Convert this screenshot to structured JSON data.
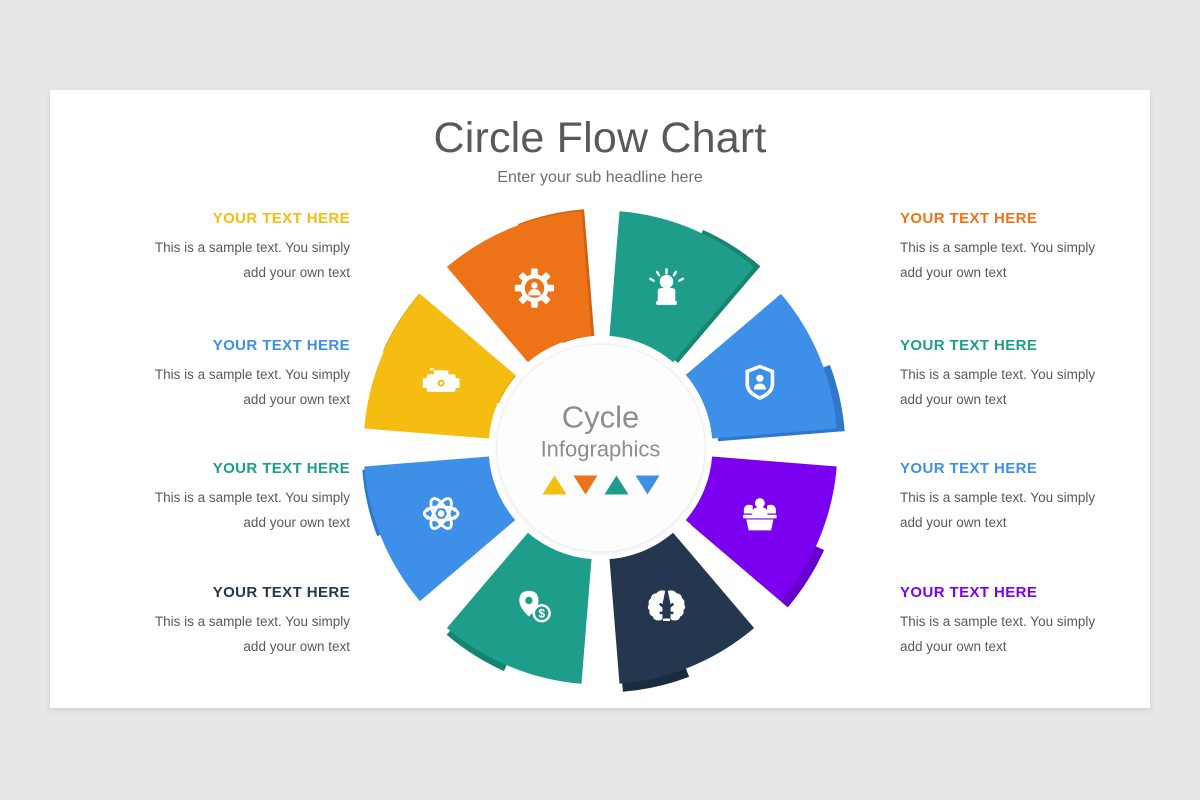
{
  "slide": {
    "title": "Circle Flow Chart",
    "subtitle": "Enter your sub headline here"
  },
  "hub": {
    "line1": "Cycle",
    "line2": "Infographics",
    "triangles": [
      {
        "name": "triangle-yellow-up",
        "dir": "up",
        "color": "#F5BC12"
      },
      {
        "name": "triangle-orange-down",
        "dir": "down",
        "color": "#EE7318"
      },
      {
        "name": "triangle-teal-up",
        "dir": "up",
        "color": "#1E9E8A"
      },
      {
        "name": "triangle-blue-down",
        "dir": "down",
        "color": "#3D8FE8"
      }
    ]
  },
  "segments": [
    {
      "id": "camera",
      "icon": "camera-icon",
      "color": "#F5BC12",
      "shade": "#DCA50C"
    },
    {
      "id": "gear",
      "icon": "gear-user-icon",
      "color": "#EE7318",
      "shade": "#D2610F"
    },
    {
      "id": "idea",
      "icon": "hand-idea-icon",
      "color": "#1E9E8A",
      "shade": "#16856F"
    },
    {
      "id": "shield",
      "icon": "shield-user-icon",
      "color": "#3D8FE8",
      "shade": "#2E77C9"
    },
    {
      "id": "team",
      "icon": "team-presentation-icon",
      "color": "#7B00F0",
      "shade": "#6700CC"
    },
    {
      "id": "brain",
      "icon": "brain-icon",
      "color": "#25374F",
      "shade": "#1B2B40"
    },
    {
      "id": "money",
      "icon": "money-location-icon",
      "color": "#1E9E8A",
      "shade": "#16856F"
    },
    {
      "id": "atom",
      "icon": "atom-icon",
      "color": "#3D8FE8",
      "shade": "#2E77C9"
    }
  ],
  "left_items": [
    {
      "heading": "YOUR TEXT HERE",
      "color": "#F5BC12",
      "body": "This is a sample text. You simply add your own text"
    },
    {
      "heading": "YOUR TEXT HERE",
      "color": "#3D8FE8",
      "body": "This is a sample text. You simply add your own text"
    },
    {
      "heading": "YOUR TEXT HERE",
      "color": "#1E9E8A",
      "body": "This is a sample text. You simply add your own text"
    },
    {
      "heading": "YOUR TEXT HERE",
      "color": "#25374F",
      "body": "This is a sample text. You simply add your own text"
    }
  ],
  "right_items": [
    {
      "heading": "YOUR TEXT HERE",
      "color": "#EE7318",
      "body": "This is a sample text. You simply add your own text"
    },
    {
      "heading": "YOUR TEXT HERE",
      "color": "#1E9E8A",
      "body": "This is a sample text. You simply add your own text"
    },
    {
      "heading": "YOUR TEXT HERE",
      "color": "#3D8FE8",
      "body": "This is a sample text. You simply add your own text"
    },
    {
      "heading": "YOUR TEXT HERE",
      "color": "#7B00F0",
      "body": "This is a sample text. You simply add your own text"
    }
  ]
}
